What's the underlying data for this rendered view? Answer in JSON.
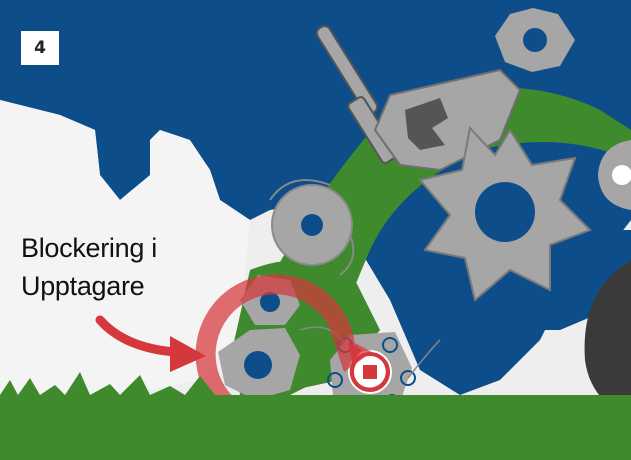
{
  "step": {
    "number": "4"
  },
  "callout": {
    "line1": "Blockering i",
    "line2": "Upptagare"
  },
  "colors": {
    "machine_blue": "#0d4e8a",
    "sky_gray": "#eeeeee",
    "grass_green": "#3f8a2c",
    "metal_gray": "#a6a6a6",
    "warning_red": "#d5383c",
    "tire_dark": "#3a3a3a"
  },
  "icons": [
    "rotation-arrow-icon",
    "blockage-marker-icon",
    "pointer-arrow-icon"
  ]
}
